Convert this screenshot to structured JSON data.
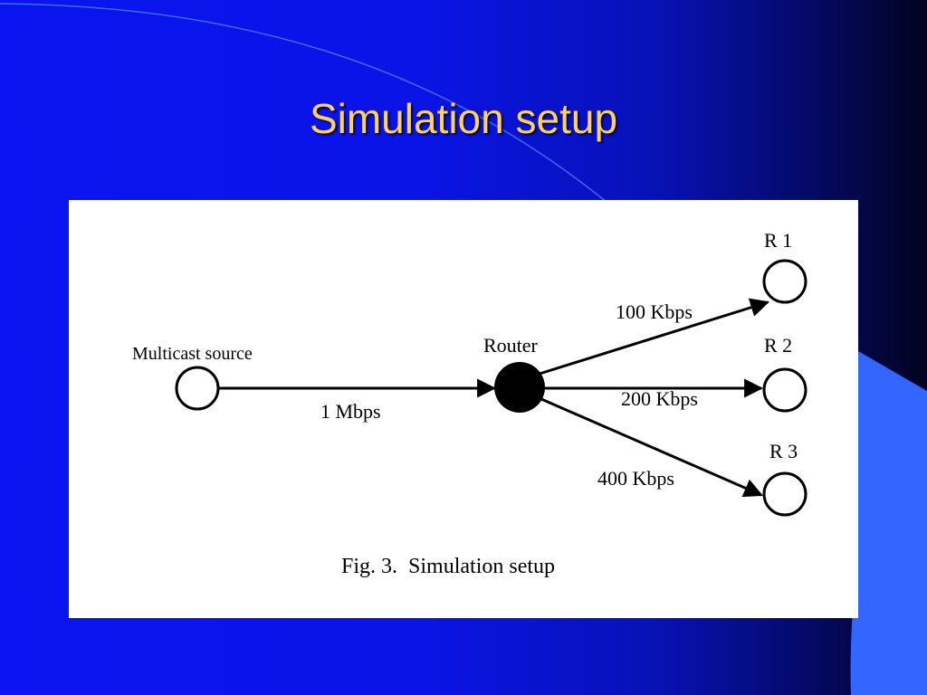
{
  "slide": {
    "title": "Simulation setup",
    "colors": {
      "title": "#ffd060",
      "background": "#0a14f0",
      "accent_shape": "#3366ff"
    }
  },
  "diagram": {
    "nodes": {
      "source": "Multicast source",
      "router": "Router",
      "receivers": [
        "R 1",
        "R 2",
        "R 3"
      ]
    },
    "links": {
      "source_router": "1 Mbps",
      "router_r1": "100 Kbps",
      "router_r2": "200 Kbps",
      "router_r3": "400 Kbps"
    },
    "caption": "Fig. 3.  Simulation setup"
  }
}
